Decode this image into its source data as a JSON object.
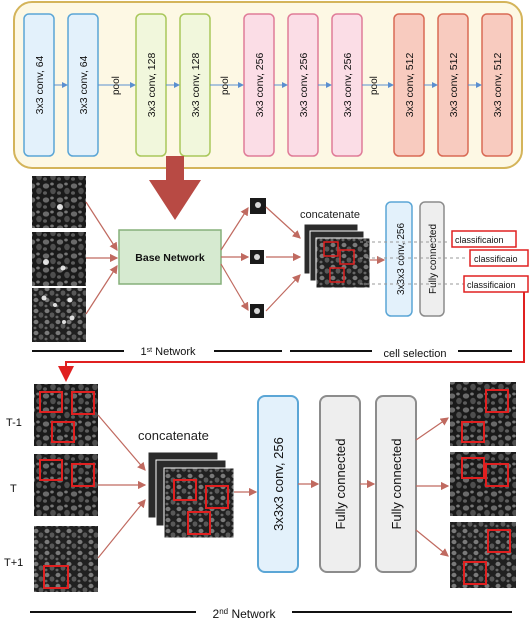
{
  "base_network": {
    "blocks": [
      {
        "label": "3x3 conv,  64",
        "group": "blue"
      },
      {
        "label": "3x3 conv,  64",
        "group": "blue"
      },
      {
        "label": "3x3 conv,  128",
        "group": "green"
      },
      {
        "label": "3x3 conv,  128",
        "group": "green"
      },
      {
        "label": "3x3 conv,  256",
        "group": "pink"
      },
      {
        "label": "3x3 conv,  256",
        "group": "pink"
      },
      {
        "label": "3x3 conv,  256",
        "group": "pink"
      },
      {
        "label": "3x3 conv,  512",
        "group": "salmon"
      },
      {
        "label": "3x3 conv,  512",
        "group": "salmon"
      },
      {
        "label": "3x3 conv,  512",
        "group": "salmon"
      }
    ],
    "pool_label": "pool"
  },
  "first_network": {
    "base_network_label": "Base Network",
    "concatenate_label": "concatenate",
    "conv_label": "3x3x3 conv,  256",
    "fc_label": "Fully connected",
    "classification_labels": [
      "classificaion",
      "classificaio",
      "classificaion"
    ],
    "footer_label_main": "1",
    "footer_label_sup": "st",
    "footer_label_tail": " Network",
    "cell_selection_label": "cell selection"
  },
  "second_network": {
    "frame_labels": [
      "T-1",
      "T",
      "T+1"
    ],
    "concatenate_label": "concatenate",
    "conv_label": "3x3x3 conv,  256",
    "fc_labels": [
      "Fully connected",
      "Fully connected"
    ],
    "footer_label_main": "2",
    "footer_label_sup": "nd",
    "footer_label_tail": " Network"
  },
  "colors": {
    "panel_fill": "#fdf8e4",
    "panel_border": "#d4b45a",
    "blue_fill": "#e3f1fb",
    "blue_border": "#5ba6d6",
    "green_fill": "#f1f7dc",
    "green_border": "#a9c75b",
    "pink_fill": "#fbdde6",
    "pink_border": "#e07c98",
    "salmon_fill": "#f8cbbf",
    "salmon_border": "#d96b55",
    "big_arrow": "#b84a44",
    "base_box_fill": "#d6ead0",
    "base_box_border": "#86b07a",
    "fc_fill": "#eeeeee",
    "fc_border": "#8c8c8c",
    "red": "#e02020",
    "arrow": "#c06a60"
  }
}
